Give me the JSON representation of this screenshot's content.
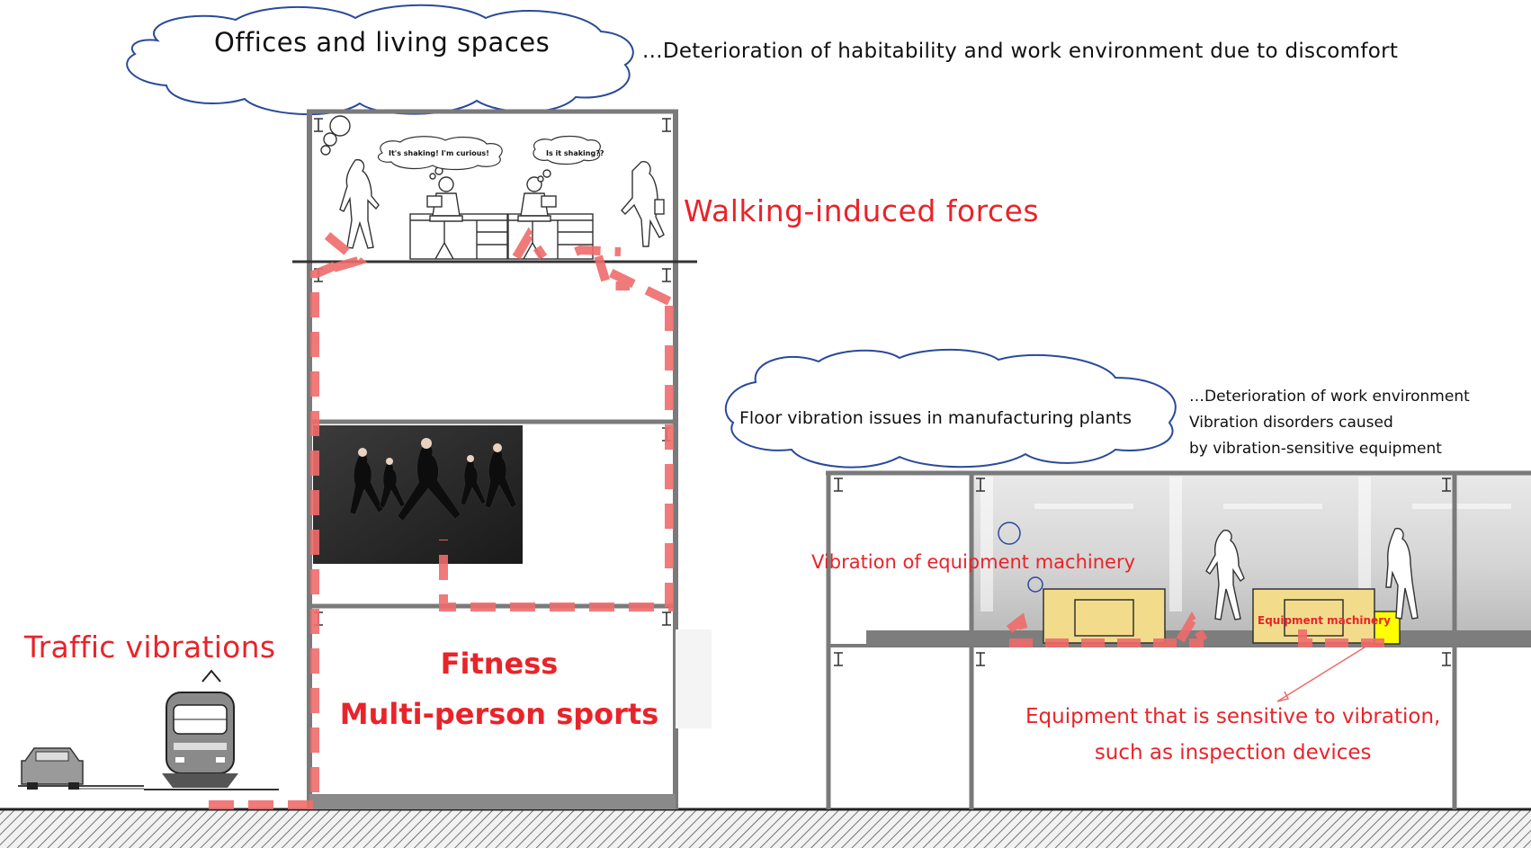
{
  "clouds": {
    "office_title": "Offices and living spaces",
    "office_note": "...Deterioration of habitability and work environment due to discomfort",
    "plant_title": "Floor vibration issues in manufacturing plants",
    "plant_note": [
      "…Deterioration of work environment",
      "Vibration disorders caused",
      "by vibration-sensitive equipment"
    ]
  },
  "office_floor": {
    "speech_left": "It's shaking! I'm curious!",
    "speech_right": "Is it shaking??"
  },
  "labels": {
    "walking": "Walking-induced forces",
    "traffic": "Traffic vibrations",
    "fitness_line1": "Fitness",
    "fitness_line2": "Multi-person sports",
    "equipment_vibration": "Vibration of equipment machinery",
    "equipment_machinery": "Equipment machinery",
    "sensitive_line1": "Equipment that is sensitive to vibration,",
    "sensitive_line2": "such as inspection devices"
  },
  "colors": {
    "accent_red": "#e8242a",
    "dashed_arrow": "#ef6b6b",
    "frame": "#777777",
    "machine": "#f2dc8c",
    "sensor": "#ffff00",
    "cloud_stroke": "#2a4a9a"
  }
}
